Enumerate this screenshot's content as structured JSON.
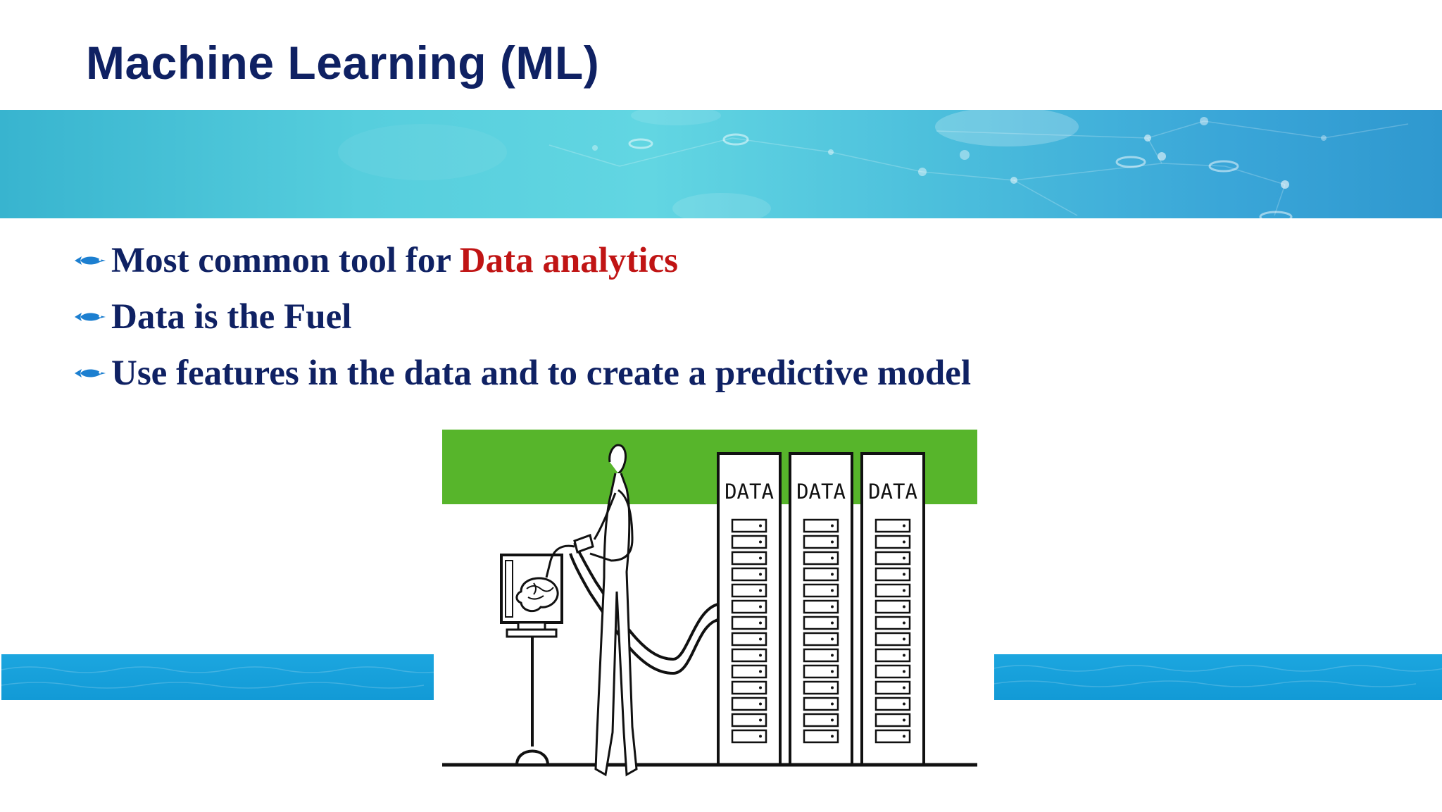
{
  "slide": {
    "title": "Machine Learning (ML)",
    "bullets": [
      {
        "text": "Most common tool for ",
        "highlight": "Data analytics"
      },
      {
        "text": "Data is the Fuel",
        "highlight": ""
      },
      {
        "text": "Use features in the data and to create a predictive model",
        "highlight": ""
      }
    ],
    "illustration": {
      "rack_labels": [
        "DATA",
        "DATA",
        "DATA"
      ]
    }
  },
  "colors": {
    "title": "#0f2163",
    "body_text": "#0f2163",
    "highlight": "#c01414",
    "banner": "#4cc6dc",
    "band": "#129ad6",
    "illustration_header": "#57b52b"
  }
}
